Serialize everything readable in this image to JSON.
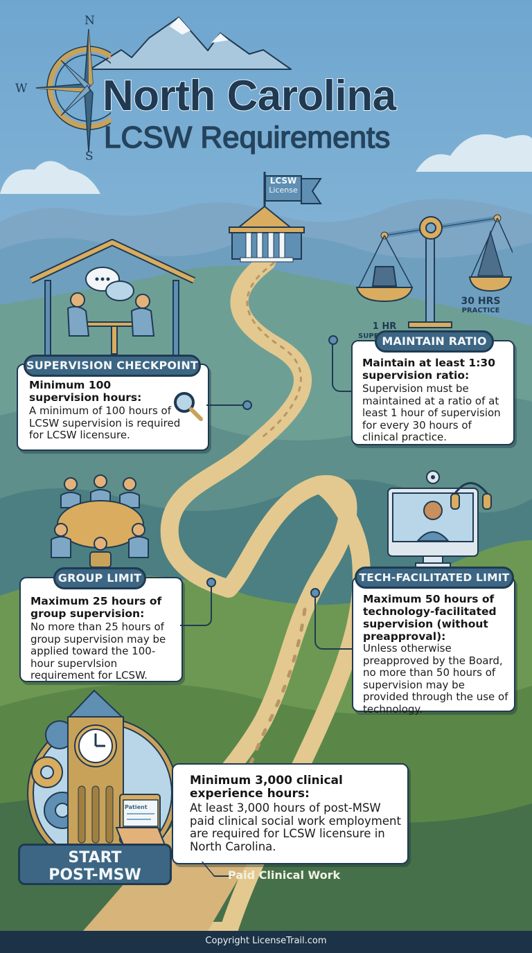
{
  "header": {
    "title_line1": "North Carolina",
    "title_line2": "LCSW Requirements",
    "compass": {
      "north": "N",
      "south": "S",
      "west": "W"
    }
  },
  "destination": {
    "flag_line1": "LCSW",
    "flag_line2": "License",
    "icon": "courthouse-icon"
  },
  "scale": {
    "left_value": "1 HR",
    "left_label": "SUPEBVISION",
    "right_value": "30 HRS",
    "right_label": "PRACTICE",
    "icon": "balance-scale-icon"
  },
  "sections": {
    "supervision": {
      "badge": "SUPERVISION CHECKPOINT",
      "heading": "Minimum 100 supervision hours:",
      "body": "A minimum of 100 hours of LCSW supervision is required for LCSW licensure.",
      "icon": "magnifier-icon"
    },
    "ratio": {
      "badge": "MAINTAIN RATIO",
      "heading": "Maintain at least 1:30 supervision ratio:",
      "body": "Supervision must be maintained at a ratio of at least 1 hour of supervision for every 30 hours of clinical practice."
    },
    "group": {
      "badge": "GROUP LIMIT",
      "heading": "Maximum 25 hours of group supervision:",
      "body": "No more than 25 hours of group supervision may be applied toward the 100-hour supervlsion requirement for LCSW.",
      "icon": "round-table-group-icon"
    },
    "tech": {
      "badge": "TECH-FACILITATED LIMIT",
      "heading": "Maximum 50 hours of technology-facilitated supervision (without preapproval):",
      "body": "Unless otherwise preapproved by the Board, no more than 50 hours of supervision may be provided through the use of technology.",
      "icon": "monitor-headset-icon"
    },
    "clinical": {
      "heading": "Minimum 3,000 clinical experience hours:",
      "body": "At least 3,000 hours of post-MSW paid clinical social work employment are required for LCSW licensure in North Carolina.",
      "label": "Paid Clinical Work"
    }
  },
  "start": {
    "line1": "START",
    "line2": "POST-MSW",
    "folder_label": "Patient",
    "icon": "clock-tower-icon"
  },
  "footer": {
    "copyright": "Copyright LicenseTrail.com"
  },
  "colors": {
    "navy": "#1f3a52",
    "badge_blue": "#3c6683",
    "sky": "#8fbcd8",
    "trail": "#e3c98f",
    "gold": "#c9a25a",
    "grass": "#5e8a4c",
    "footer": "#1c3246"
  }
}
